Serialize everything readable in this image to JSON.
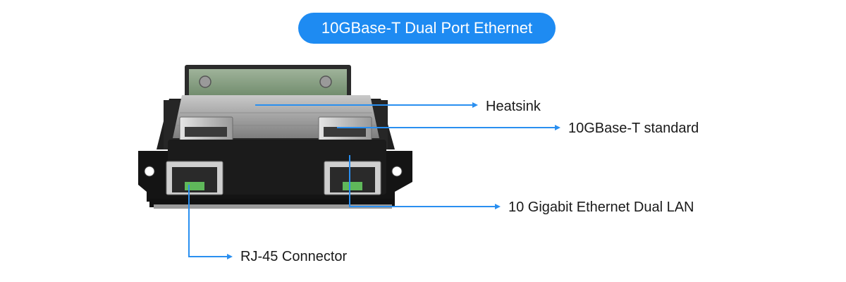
{
  "title": "10GBase-T Dual Port Ethernet",
  "labels": {
    "heatsink": "Heatsink",
    "standard": "10GBase-T standard",
    "lan": "10 Gigabit Ethernet Dual LAN",
    "rj45": "RJ-45 Connector"
  },
  "colors": {
    "accent": "#1e8bf2",
    "leader": "#2a8ff0"
  }
}
